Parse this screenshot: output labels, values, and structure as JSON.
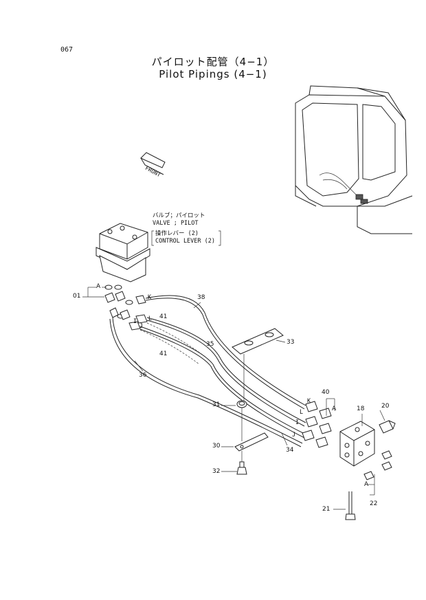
{
  "page": {
    "number": "067"
  },
  "title": {
    "japanese": "パイロット配管（4−1）",
    "english": "Pilot Pipings (4−1)"
  },
  "front_label": "FRONT",
  "valve_caption": {
    "line1": "バルブ；パイロット",
    "line2": "VALVE ; PILOT",
    "line3": "操作レバー (2)",
    "line4": "CONTROL  LEVER (2)"
  },
  "callouts": {
    "c01": "01",
    "c38": "38",
    "c41a": "41",
    "c41b": "41",
    "c35": "35",
    "c36": "36",
    "c33": "33",
    "c31": "31",
    "c30": "30",
    "c32": "32",
    "c34": "34",
    "c40": "40",
    "c18": "18",
    "c20": "20",
    "c21": "21",
    "c22": "22",
    "A1": "A",
    "A2": "A",
    "A3": "A",
    "K1": "K",
    "K2": "K",
    "L1": "L",
    "L2": "L",
    "I1": "I",
    "I2": "I",
    "J1": "J",
    "J2": "J"
  }
}
